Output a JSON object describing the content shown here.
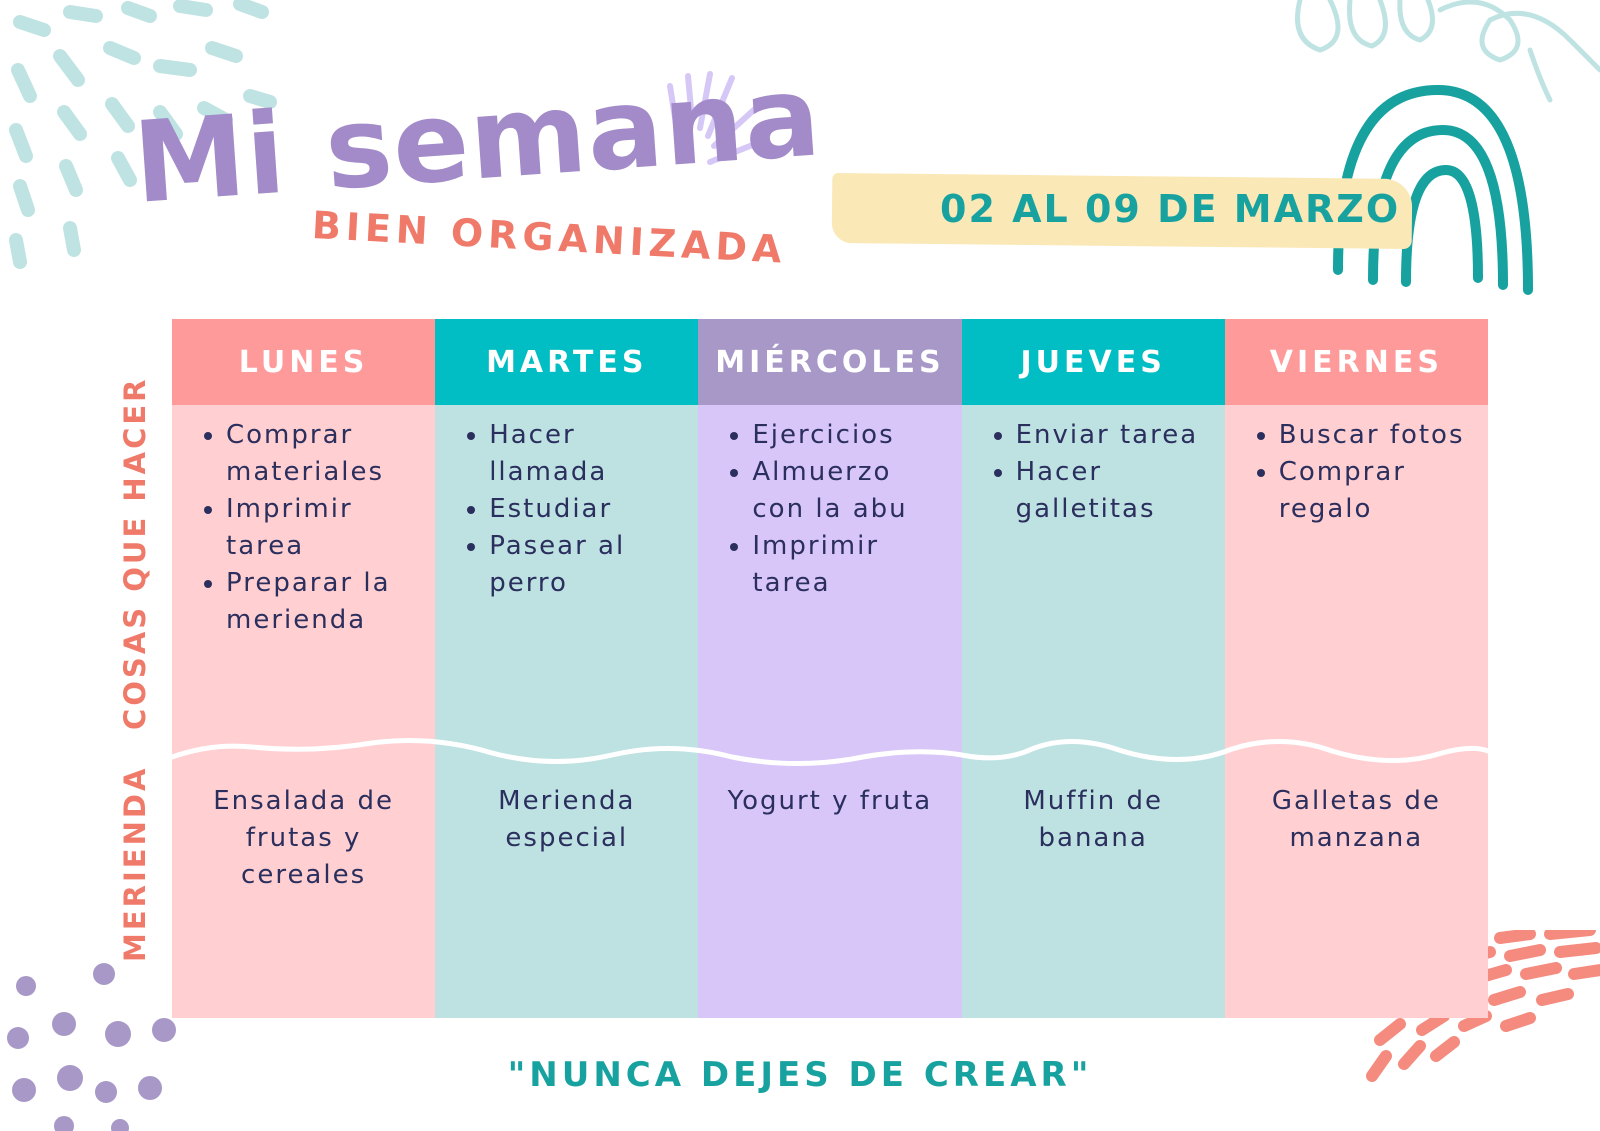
{
  "title": {
    "main": "Mi semana",
    "sub": "BIEN ORGANIZADA"
  },
  "date_range": "02 AL 09 DE MARZO",
  "row_labels": {
    "todo": "COSAS QUE HACER",
    "snack": "MERIENDA"
  },
  "colors": {
    "pink_head": "#fe9a9a",
    "pink_body": "#ffcfd1",
    "teal_head": "#00bec3",
    "teal_body": "#bee2e2",
    "purple_head": "#a898c8",
    "purple_body": "#d8c6f8",
    "accent_coral": "#f07a6a",
    "accent_teal": "#17a2a0",
    "accent_purple": "#a28bc8",
    "date_band": "#fbe8b7"
  },
  "days": [
    {
      "name": "LUNES",
      "tasks": [
        "Comprar materiales",
        "Imprimir tarea",
        "Preparar la merienda"
      ],
      "snack": "Ensalada de frutas y cereales"
    },
    {
      "name": "MARTES",
      "tasks": [
        "Hacer llamada",
        "Estudiar",
        "Pasear al perro"
      ],
      "snack": "Merienda especial"
    },
    {
      "name": "MIÉRCOLES",
      "tasks": [
        "Ejercicios",
        "Almuerzo con la abu",
        "Imprimir tarea"
      ],
      "snack": "Yogurt y fruta"
    },
    {
      "name": "JUEVES",
      "tasks": [
        "Enviar tarea",
        "Hacer galletitas"
      ],
      "snack": "Muffin de banana"
    },
    {
      "name": "VIERNES",
      "tasks": [
        "Buscar fotos",
        "Comprar regalo"
      ],
      "snack": "Galletas de manzana"
    }
  ],
  "quote": "\"NUNCA DEJES DE CREAR\""
}
